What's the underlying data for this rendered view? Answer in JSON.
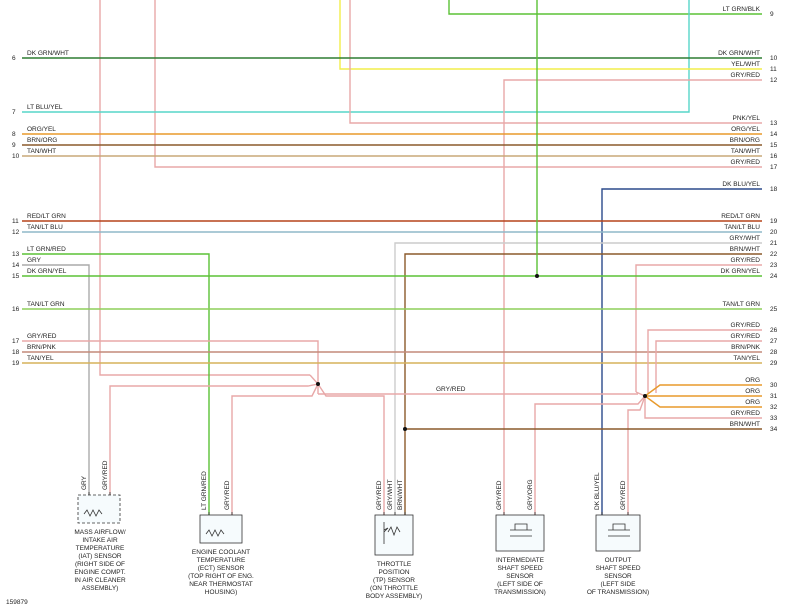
{
  "figure_id": "159879",
  "colors": {
    "pink": "#e8a8a8",
    "green": "#5bc236",
    "cyan": "#57d6c9",
    "yellow": "#f2ee4a",
    "orange": "#e89a2c",
    "brown": "#8b5a2b",
    "tan": "#c8a878",
    "darkgreen": "#2e7d32",
    "grey": "#aaaaaa",
    "tanblue": "#8fb8c8",
    "navy": "#2c4a8c",
    "red": "#b5431a"
  },
  "left_terminals": [
    {
      "num": "6",
      "label": "DK GRN/WHT"
    },
    {
      "num": "7",
      "label": "LT BLU/YEL"
    },
    {
      "num": "8",
      "label": "ORG/YEL"
    },
    {
      "num": "9",
      "label": "BRN/ORG"
    },
    {
      "num": "10",
      "label": "TAN/WHT"
    },
    {
      "num": "11",
      "label": "RED/LT GRN"
    },
    {
      "num": "12",
      "label": "TAN/LT BLU"
    },
    {
      "num": "13",
      "label": "LT GRN/RED"
    },
    {
      "num": "14",
      "label": "GRY"
    },
    {
      "num": "15",
      "label": "DK GRN/YEL"
    },
    {
      "num": "16",
      "label": "TAN/LT GRN"
    },
    {
      "num": "17",
      "label": "GRY/RED"
    },
    {
      "num": "18",
      "label": "BRN/PNK"
    },
    {
      "num": "19",
      "label": "TAN/YEL"
    }
  ],
  "right_terminals": [
    {
      "num": "9",
      "label": "LT GRN/BLK"
    },
    {
      "num": "10",
      "label": "DK GRN/WHT"
    },
    {
      "num": "11",
      "label": "YEL/WHT"
    },
    {
      "num": "12",
      "label": "GRY/RED"
    },
    {
      "num": "13",
      "label": "PNK/YEL"
    },
    {
      "num": "14",
      "label": "ORG/YEL"
    },
    {
      "num": "15",
      "label": "BRN/ORG"
    },
    {
      "num": "16",
      "label": "TAN/WHT"
    },
    {
      "num": "17",
      "label": "GRY/RED"
    },
    {
      "num": "18",
      "label": "DK BLU/YEL"
    },
    {
      "num": "19",
      "label": "RED/LT GRN"
    },
    {
      "num": "20",
      "label": "TAN/LT BLU"
    },
    {
      "num": "21",
      "label": "GRY/WHT"
    },
    {
      "num": "22",
      "label": "BRN/WHT"
    },
    {
      "num": "23",
      "label": "GRY/RED"
    },
    {
      "num": "24",
      "label": "DK GRN/YEL"
    },
    {
      "num": "25",
      "label": "TAN/LT GRN"
    },
    {
      "num": "26",
      "label": "GRY/RED"
    },
    {
      "num": "27",
      "label": "GRY/RED"
    },
    {
      "num": "28",
      "label": "BRN/PNK"
    },
    {
      "num": "29",
      "label": "TAN/YEL"
    },
    {
      "num": "30",
      "label": "ORG"
    },
    {
      "num": "31",
      "label": "ORG"
    },
    {
      "num": "32",
      "label": "ORG"
    },
    {
      "num": "33",
      "label": "GRY/RED"
    },
    {
      "num": "34",
      "label": "BRN/WHT"
    }
  ],
  "center_label": "GRY/RED",
  "sensors": [
    {
      "wires": [
        "GRY",
        "GRY/RED"
      ],
      "caption": [
        "MASS AIRFLOW/",
        "INTAKE AIR",
        "TEMPERATURE",
        "(IAT) SENSOR",
        "(RIGHT SIDE OF",
        "ENGINE COMPT.",
        "IN AIR CLEANER",
        "ASSEMBLY)"
      ]
    },
    {
      "wires": [
        "LT GRN/RED",
        "GRY/RED"
      ],
      "caption": [
        "ENGINE COOLANT",
        "TEMPERATURE",
        "(ECT) SENSOR",
        "(TOP RIGHT OF ENG.",
        "NEAR THERMOSTAT",
        "HOUSING)"
      ]
    },
    {
      "wires": [
        "GRY/RED",
        "GRY/WHT",
        "BRN/WHT"
      ],
      "caption": [
        "THROTTLE",
        "POSITION",
        "(TP) SENSOR",
        "(ON THROTTLE",
        "BODY ASSEMBLY)"
      ]
    },
    {
      "wires": [
        "GRY/RED",
        "GRY/ORG"
      ],
      "caption": [
        "INTERMEDIATE",
        "SHAFT SPEED",
        "SENSOR",
        "(LEFT SIDE OF",
        "TRANSMISSION)"
      ]
    },
    {
      "wires": [
        "DK BLU/YEL",
        "GRY/RED"
      ],
      "caption": [
        "OUTPUT",
        "SHAFT SPEED",
        "SENSOR",
        "(LEFT SIDE",
        "OF TRANSMISSION)"
      ]
    }
  ]
}
